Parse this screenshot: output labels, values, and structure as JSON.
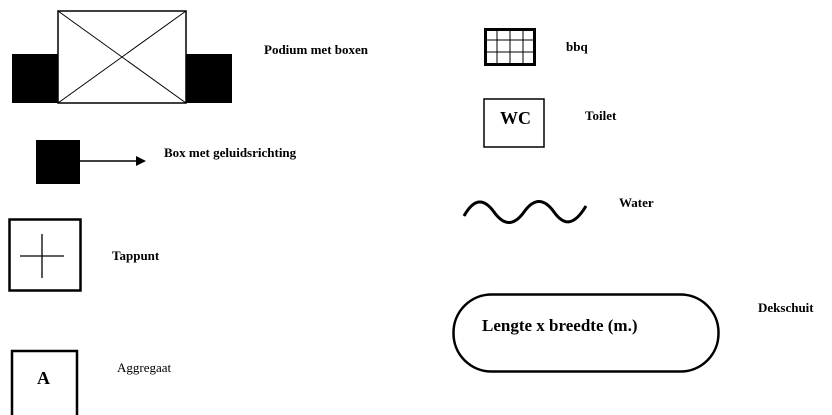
{
  "legend": {
    "podium": {
      "icon": "podium-with-speakers-icon",
      "label": "Podium met boxen"
    },
    "box": {
      "icon": "speaker-direction-icon",
      "label": "Box met geluidsrichting"
    },
    "tappunt": {
      "icon": "tap-point-icon",
      "label": "Tappunt"
    },
    "aggregaat": {
      "icon": "generator-icon",
      "label": "Aggregaat",
      "symbol_text": "A"
    },
    "bbq": {
      "icon": "bbq-grill-icon",
      "label": "bbq"
    },
    "toilet": {
      "icon": "toilet-icon",
      "label": "Toilet",
      "symbol_text": "WC"
    },
    "water": {
      "icon": "water-wave-icon",
      "label": "Water"
    },
    "dekschuit": {
      "icon": "barge-icon",
      "label": "Dekschuit",
      "symbol_text": "Lengte x breedte (m.)"
    }
  },
  "colors": {
    "ink": "#000000",
    "background": "#ffffff"
  }
}
